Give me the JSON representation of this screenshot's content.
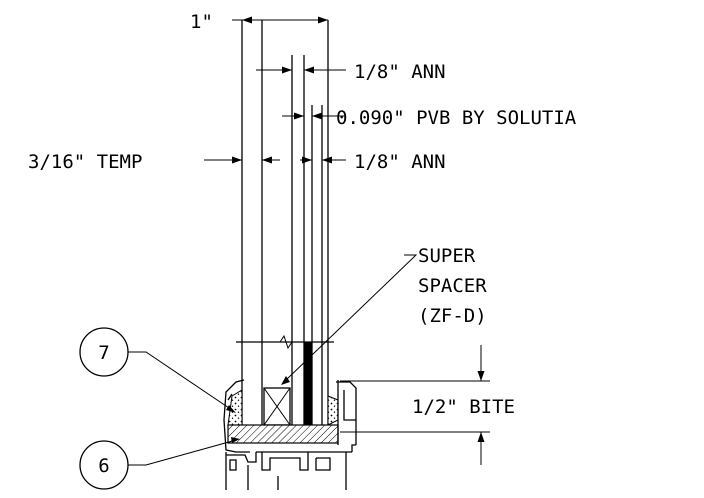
{
  "labels": {
    "overall_thickness": "1\"",
    "lite_outer_top": "1/8\" ANN",
    "interlayer": "0.090\" PVB BY SOLUTIA",
    "lite_inner": "3/16\" TEMP",
    "lite_outer_bottom": "1/8\" ANN",
    "spacer_line1": "SUPER",
    "spacer_line2": "SPACER",
    "spacer_line3": "(ZF-D)",
    "bite": "1/2\" BITE"
  },
  "callouts": {
    "upper": "7",
    "lower": "6"
  }
}
